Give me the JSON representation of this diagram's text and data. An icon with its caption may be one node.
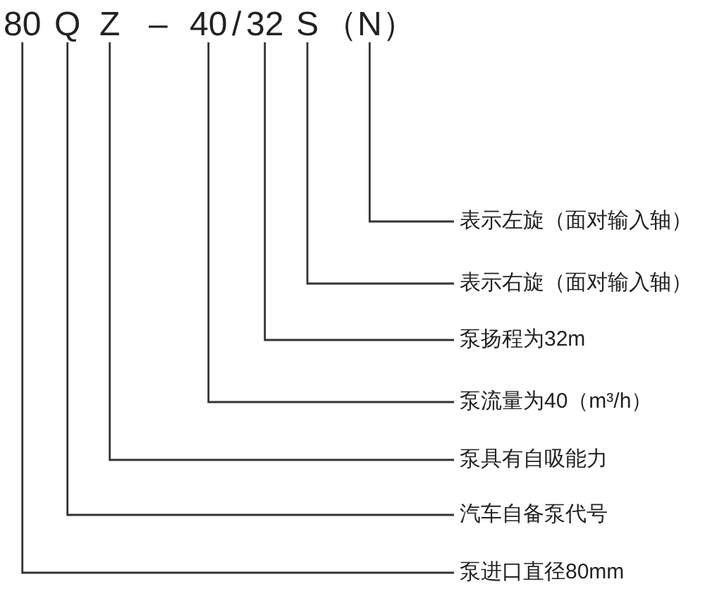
{
  "diagram": {
    "nodes": [
      {
        "text": [
          "80"
        ]
      },
      {
        "text": [
          "Q"
        ]
      },
      {
        "text": [
          "Z"
        ]
      },
      {
        "text": [
          "40"
        ]
      },
      {
        "text": [
          "32"
        ]
      },
      {
        "text": [
          "S"
        ]
      },
      {
        "text": [
          "（N）"
        ]
      },
      {
        "text": [
          "表示左旋（面对输入轴）"
        ]
      },
      {
        "text": [
          "表示右旋（面对输入轴）"
        ]
      },
      {
        "text": [
          "泵扬程为32m"
        ]
      },
      {
        "text": [
          "泵流量为40（m³/h）"
        ]
      },
      {
        "text": [
          "泵具有自吸能力"
        ]
      },
      {
        "text": [
          "汽车自备泵代号"
        ]
      },
      {
        "text": [
          "泵进口直径80mm"
        ]
      }
    ],
    "edges": [
      {
        "from": 6,
        "to": 7,
        "arrow": "none"
      },
      {
        "from": 5,
        "to": 8,
        "arrow": "none"
      },
      {
        "from": 4,
        "to": 9,
        "arrow": "none"
      },
      {
        "from": 3,
        "to": 10,
        "arrow": "none"
      },
      {
        "from": 2,
        "to": 11,
        "arrow": "none"
      },
      {
        "from": 1,
        "to": 12,
        "arrow": "none"
      },
      {
        "from": 0,
        "to": 13,
        "arrow": "none"
      }
    ],
    "labels": [
      "–",
      "/"
    ]
  }
}
